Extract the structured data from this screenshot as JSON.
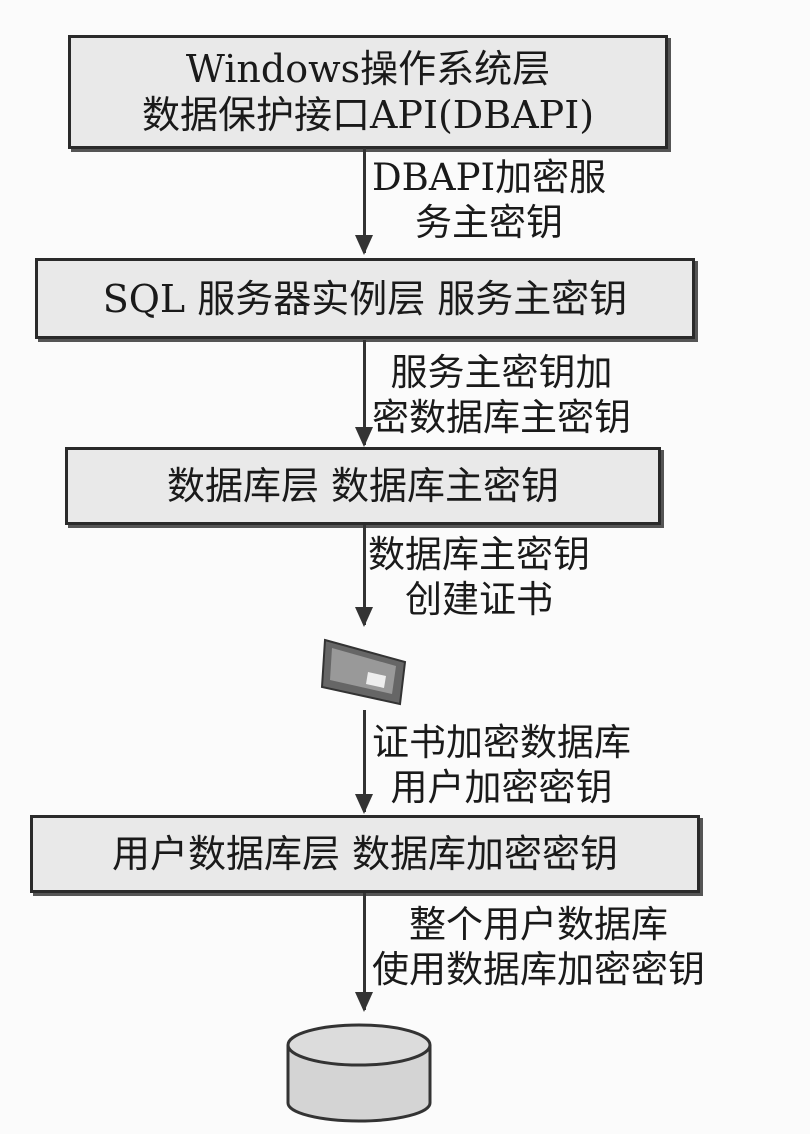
{
  "layers": [
    {
      "lines": [
        "Windows操作系统层",
        "数据保护接口API(DBAPI)"
      ]
    },
    {
      "lines": [
        "SQL 服务器实例层 服务主密钥"
      ]
    },
    {
      "lines": [
        "数据库层 数据库主密钥"
      ]
    },
    {
      "lines": [
        "用户数据库层 数据库加密密钥"
      ]
    }
  ],
  "edges": [
    {
      "lines": [
        "DBAPI加密服",
        "务主密钥"
      ]
    },
    {
      "lines": [
        "服务主密钥加",
        "密数据库主密钥"
      ]
    },
    {
      "lines": [
        "数据库主密钥",
        "创建证书"
      ]
    },
    {
      "lines": [
        "证书加密数据库",
        "用户加密密钥"
      ]
    },
    {
      "lines": [
        "整个用户数据库",
        "使用数据库加密密钥"
      ]
    }
  ]
}
